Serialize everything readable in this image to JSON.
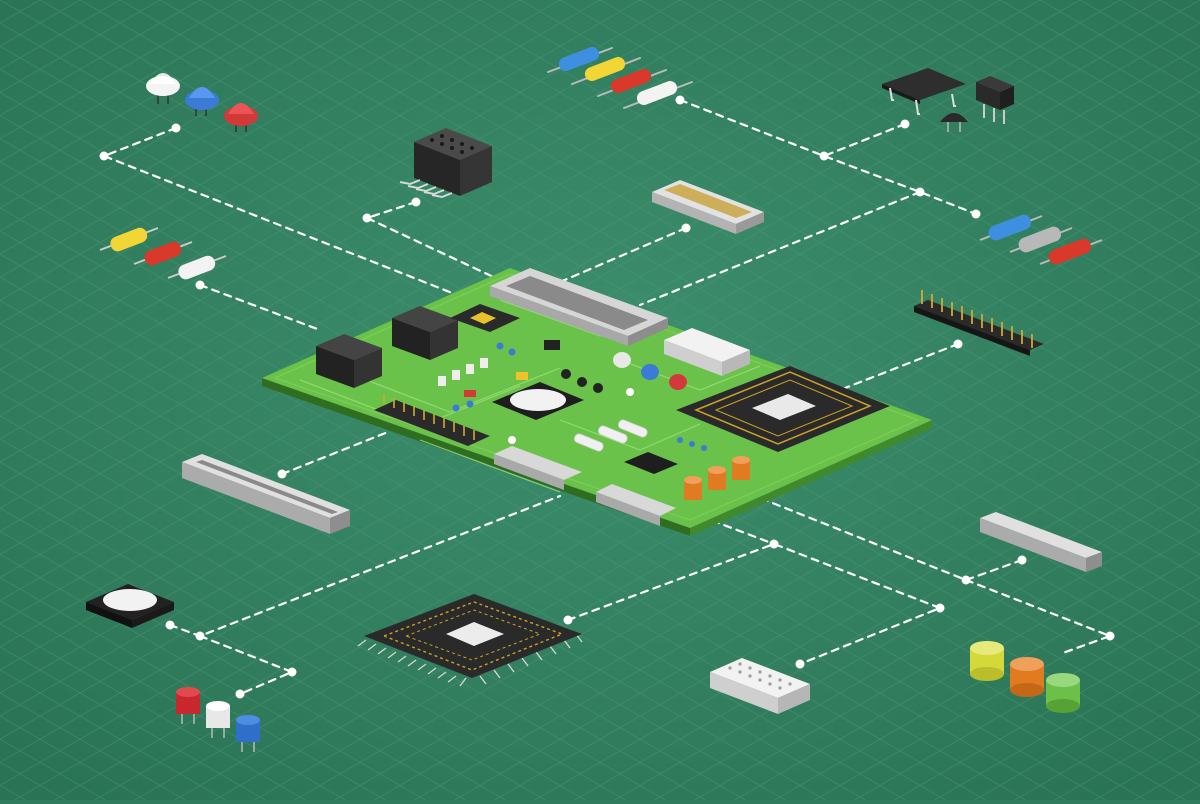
{
  "scene": {
    "colors": {
      "background": "#2f7d5e",
      "background_light": "#3a8a6a",
      "grid": "#4a9676",
      "board_top": "#6bc24a",
      "board_side": "#3f8a2c",
      "dashed_link": "#ffffff",
      "chip_black": "#2a2a2a",
      "chip_gold": "#c9a227",
      "connector_gray": "#c9c9c9",
      "led_red": "#d23a3a",
      "led_blue": "#3b7bd6",
      "led_white": "#e8e8e8",
      "resistor_yellow": "#f2d636",
      "resistor_red": "#d9392b",
      "resistor_blue": "#3f8fe0",
      "capacitor_orange": "#e07b22",
      "capacitor_lime": "#d4d93a",
      "capacitor_green": "#6cc04a"
    },
    "components": [
      {
        "name": "led-set-top-left",
        "icon": "led-icon"
      },
      {
        "name": "resistor-set-top-center",
        "icon": "resistor-icon"
      },
      {
        "name": "transistor-set-top-right",
        "icon": "transistor-icon"
      },
      {
        "name": "pin-header-socket",
        "icon": "socket-icon"
      },
      {
        "name": "ribbon-connector-small",
        "icon": "connector-icon"
      },
      {
        "name": "diode-set-right",
        "icon": "diode-icon"
      },
      {
        "name": "capacitor-set-left",
        "icon": "capacitor-icon"
      },
      {
        "name": "gold-pin-header",
        "icon": "pin-header-icon"
      },
      {
        "name": "long-slot-connector",
        "icon": "slot-icon"
      },
      {
        "name": "right-edge-connector",
        "icon": "connector-icon"
      },
      {
        "name": "round-chip",
        "icon": "chip-icon"
      },
      {
        "name": "qfp-processor",
        "icon": "processor-icon"
      },
      {
        "name": "dip-breadboard-block",
        "icon": "block-icon"
      },
      {
        "name": "radial-capacitors-bottom-left",
        "icon": "capacitor-icon"
      },
      {
        "name": "electrolytic-capacitors-bottom-right",
        "icon": "capacitor-icon"
      },
      {
        "name": "motherboard",
        "icon": "circuit-board-icon"
      }
    ]
  }
}
